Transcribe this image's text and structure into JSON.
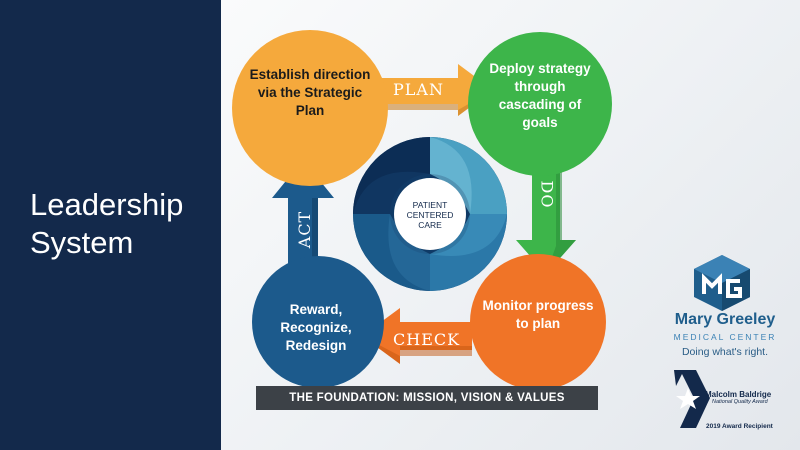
{
  "slide": {
    "title": "Leadership System"
  },
  "diagram": {
    "center_label": "PATIENT CENTERED CARE",
    "nodes": [
      {
        "id": "plan",
        "text": "Establish direction via the Strategic Plan",
        "color": "#f5a93c"
      },
      {
        "id": "do",
        "text": "Deploy strategy through cascading of goals",
        "color": "#3db54a"
      },
      {
        "id": "check",
        "text": "Monitor progress to plan",
        "color": "#f07427"
      },
      {
        "id": "act",
        "text": "Reward, Recognize, Redesign",
        "color": "#1c5a8c"
      }
    ],
    "arrows": [
      {
        "id": "plan",
        "label": "PLAN",
        "color": "#f5a93c"
      },
      {
        "id": "do",
        "label": "DO",
        "color": "#3db54a"
      },
      {
        "id": "check",
        "label": "CHECK",
        "color": "#f07427"
      },
      {
        "id": "act",
        "label": "ACT",
        "color": "#1c5a8c"
      }
    ],
    "foundation": "THE FOUNDATION: MISSION, VISION & VALUES"
  },
  "branding": {
    "org_name": "Mary Greeley",
    "org_subtitle": "MEDICAL CENTER",
    "tagline": "Doing what's right.",
    "logo_icon": "mg-hexagon-logo-icon",
    "award_name": "Malcolm Baldrige",
    "award_sub": "National Quality Award",
    "award_year": "2019 Award Recipient",
    "award_icon": "baldrige-star-icon"
  }
}
